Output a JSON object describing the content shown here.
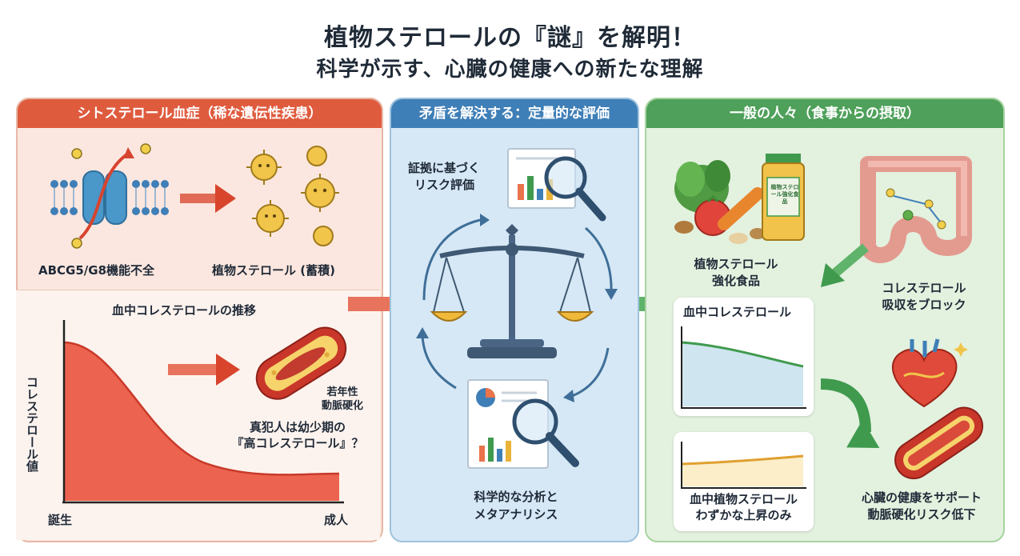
{
  "title": {
    "line1": "植物ステロールの『謎』を解明！",
    "line2": "科学が示す、心臓の健康への新たな理解"
  },
  "left": {
    "header": "シトステロール血症（稀な遺伝性疾患）",
    "transporter_label": "ABCG5/G8機能不全",
    "sterol_label": "植物ステロール (蓄積)",
    "chart_title": "血中コレステロールの推移",
    "y_label": "コレステロール値",
    "x_start": "誕生",
    "x_end": "成人",
    "artery_label_line1": "若年性",
    "artery_label_line2": "動脈硬化",
    "question_line1": "真犯人は幼少期の",
    "question_line2": "『高コレステロール』？"
  },
  "middle": {
    "header": "矛盾を解決する：定量的な評価",
    "evidence_line1": "証拠に基づく",
    "evidence_line2": "リスク評価",
    "analysis_line1": "科学的な分析と",
    "analysis_line2": "メタアナリシス"
  },
  "right": {
    "header": "一般の人々（食事からの摂取）",
    "food_line1": "植物ステロール",
    "food_line2": "強化食品",
    "bottle_text": "植物ステロール強化食品",
    "block_line1": "コレステロール",
    "block_line2": "吸収をブロック",
    "chol_card_title": "血中コレステロール",
    "sterol_card_line1": "血中植物ステロール",
    "sterol_card_line2": "わずかな上昇のみ",
    "heart_line1": "心臓の健康をサポート",
    "heart_line2": "動脈硬化リスク低下"
  },
  "colors": {
    "left_header": "#df5b3e",
    "mid_header": "#3f7fb7",
    "right_header": "#4ea05a",
    "curve_red": "#e8493a",
    "trend_green": "#3f9a4d",
    "trend_orange": "#e0a030"
  }
}
